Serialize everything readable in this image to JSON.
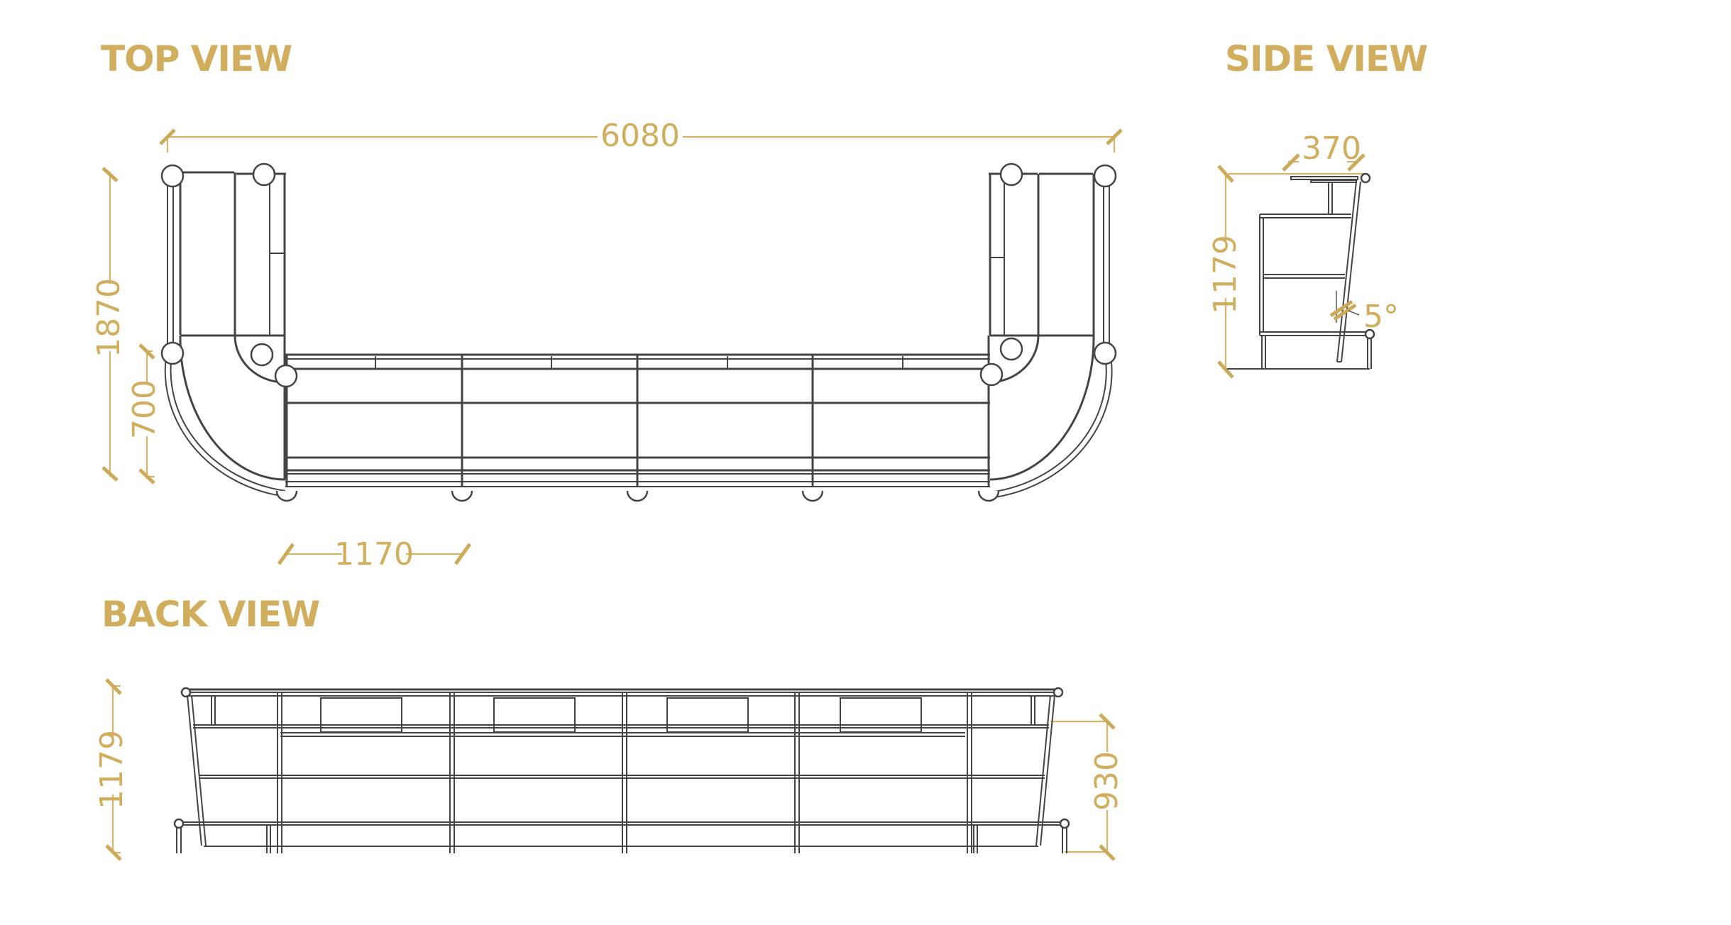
{
  "colors": {
    "accent_gold": "#D1AE5E",
    "line_gray": "#444444",
    "background": "#FFFFFF"
  },
  "views": {
    "top": {
      "title": "TOP VIEW",
      "dimensions": {
        "overall_width": "6080",
        "overall_depth": "1870",
        "return_depth": "700",
        "module_width": "1170"
      }
    },
    "side": {
      "title": "SIDE VIEW",
      "dimensions": {
        "top_depth": "370",
        "height": "1179",
        "tilt_angle": "5°"
      }
    },
    "back": {
      "title": "BACK VIEW",
      "dimensions": {
        "height": "1179",
        "counter_height": "930"
      }
    }
  }
}
